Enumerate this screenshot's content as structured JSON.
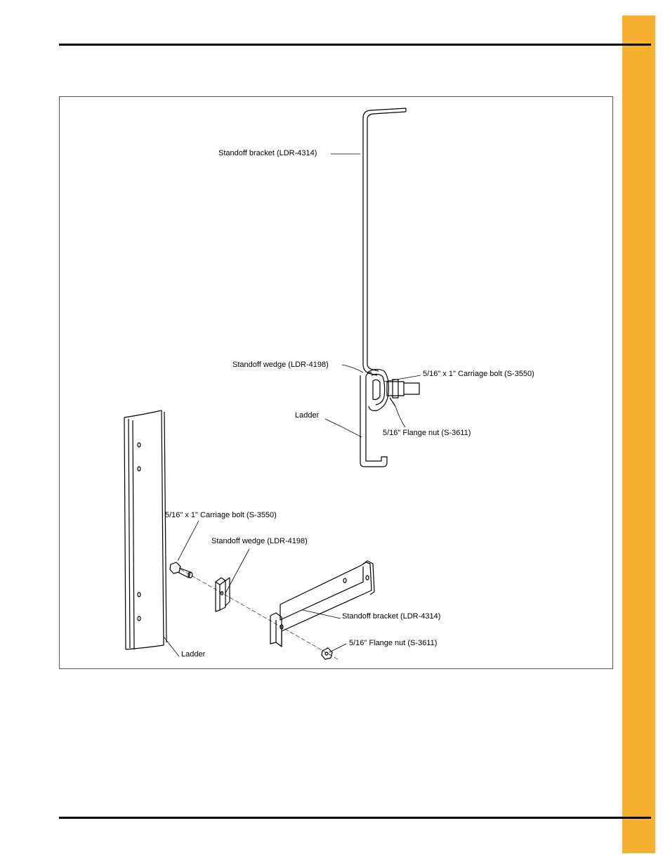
{
  "colors": {
    "side_tab": "#f8b12f",
    "rule": "#000000",
    "frame": "#555555"
  },
  "figure": {
    "top_view": {
      "standoff_bracket": "Standoff bracket (LDR-4314)",
      "standoff_wedge": "Standoff wedge (LDR-4198)",
      "carriage_bolt": "5/16\" x 1\" Carriage bolt (S-3550)",
      "ladder": "Ladder",
      "flange_nut": "5/16\" Flange nut (S-3611)"
    },
    "exploded_view": {
      "carriage_bolt": "5/16\" x 1\" Carriage bolt (S-3550)",
      "standoff_wedge": "Standoff wedge (LDR-4198)",
      "standoff_bracket": "Standoff bracket (LDR-4314)",
      "flange_nut": "5/16\" Flange nut (S-3611)",
      "ladder": "Ladder"
    }
  }
}
